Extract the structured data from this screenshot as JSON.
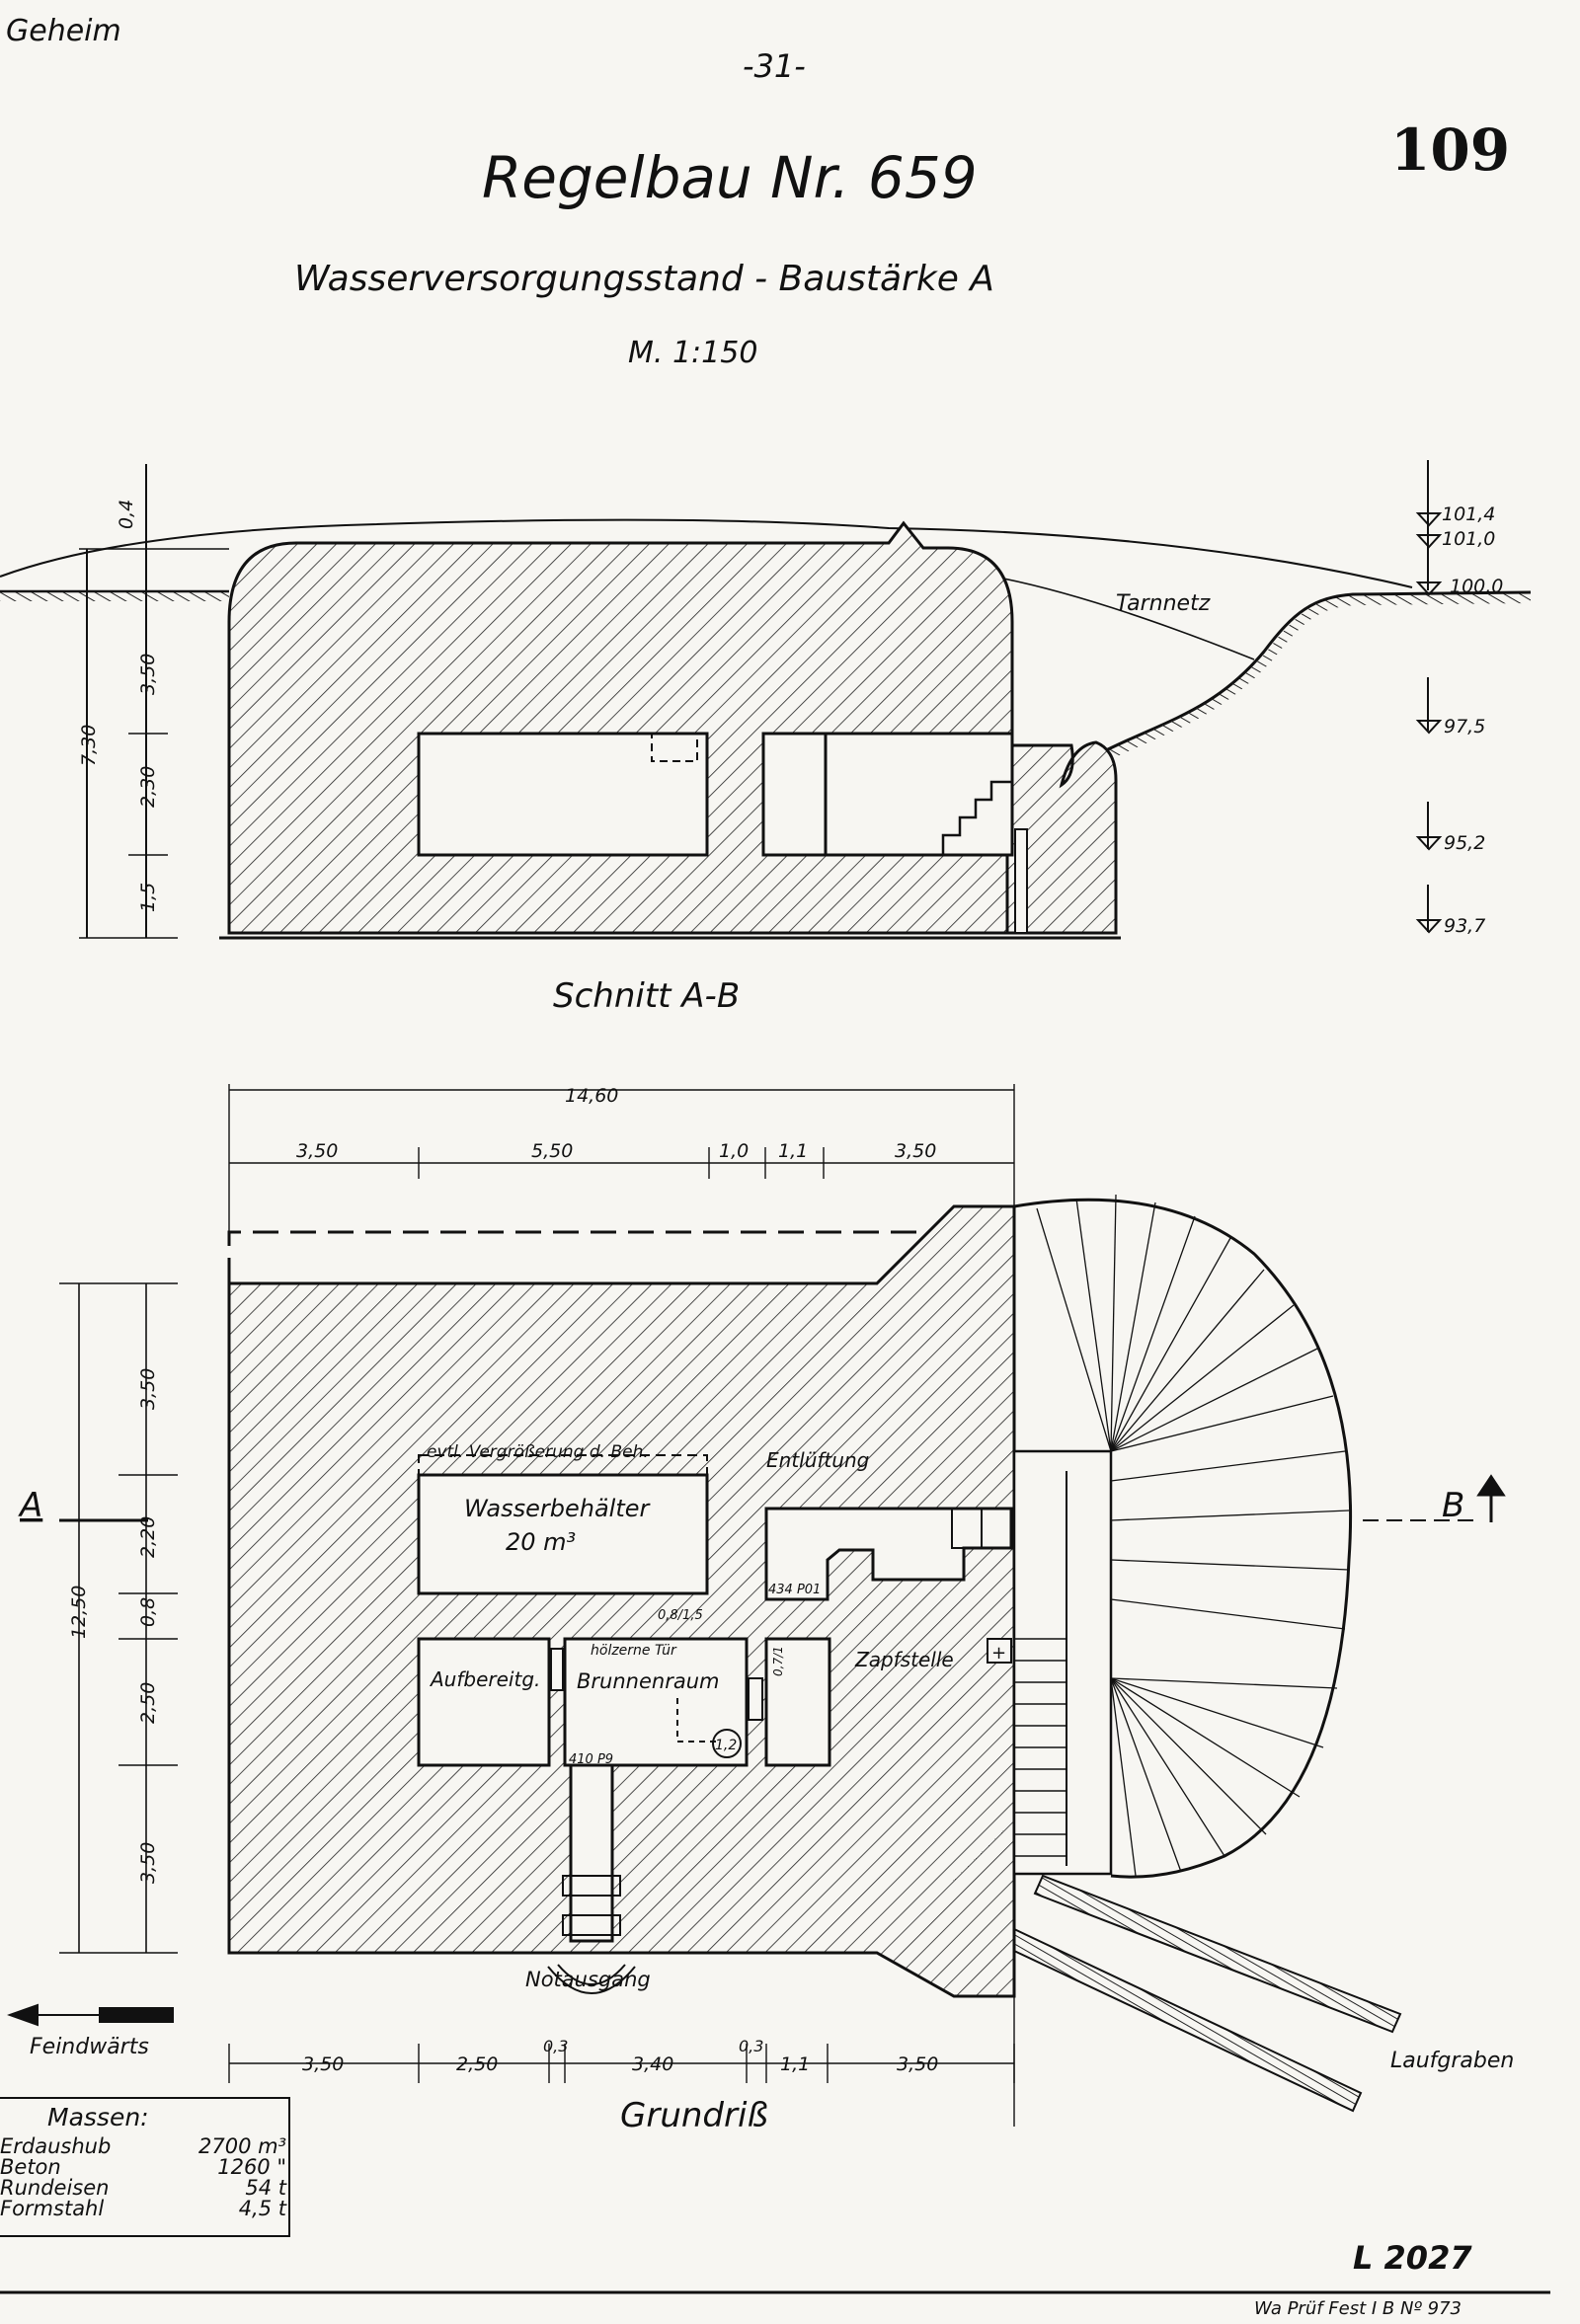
{
  "header": {
    "classification": "Geheim",
    "page_marker": "-31-",
    "sheet_number": "109",
    "title": "Regelbau Nr. 659",
    "subtitle": "Wasserversorgungsstand - Baustärke A",
    "scale": "M. 1:150"
  },
  "section": {
    "caption": "Schnitt A-B",
    "net_label": "Tarnnetz",
    "heights": [
      "0,4",
      "7,30",
      "3,50",
      "2,30",
      "1,5"
    ],
    "levels": [
      "101,4",
      "101,0",
      "100,0",
      "97,5",
      "95,2",
      "93,7"
    ]
  },
  "plan": {
    "caption": "Grundriß",
    "top_total": "14,60",
    "top_dims": [
      "3,50",
      "5,50",
      "1,0",
      "1,1",
      "3,50"
    ],
    "bottom_dims": [
      "3,50",
      "2,50",
      "0,3",
      "3,40",
      "0,3",
      "1,1",
      "3,50"
    ],
    "left_total": "12,50",
    "left_dims": [
      "3,50",
      "2,20",
      "0,8",
      "2,50",
      "3,50"
    ],
    "rooms": {
      "enlargement": "evtl. Vergrößerung d. Beh.",
      "tank": "Wasserbehälter",
      "tank_volume": "20 m³",
      "treatment": "Aufbereitg.",
      "well_room": "Brunnenraum",
      "wooden_door": "hölzerne Tür",
      "venting": "Entlüftung",
      "tap": "Zapfstelle",
      "well_mark": "1,2"
    },
    "door_codes": [
      "0,8/1,5",
      "434 P01",
      "410 P9",
      "0,7/1"
    ],
    "section_marks": {
      "a": "A",
      "b": "B"
    },
    "emergency_exit": "Notausgang",
    "trench": "Laufgraben",
    "enemy_direction": "Feindwärts"
  },
  "massen": {
    "heading": "Massen:",
    "rows": [
      {
        "item": "Erdaushub",
        "value": "2700 m³"
      },
      {
        "item": "Beton",
        "value": "1260 \""
      },
      {
        "item": "Rundeisen",
        "value": "54 t"
      },
      {
        "item": "Formstahl",
        "value": "4,5 t"
      }
    ]
  },
  "footer": {
    "drawing_no": "L 2027",
    "stamp": "Wa Prüf Fest I B Nº 973"
  }
}
